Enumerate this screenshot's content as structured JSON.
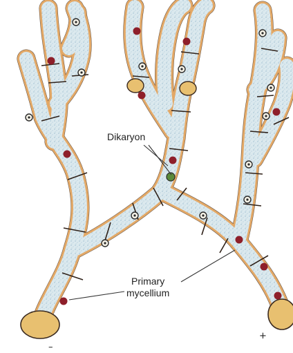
{
  "labels": {
    "dikaryon": "Dikaryon",
    "primary_line1": "Primary",
    "primary_line2": "mycellium",
    "minus_sign": "–",
    "plus_sign": "+"
  },
  "colors": {
    "outline": "#3a2a20",
    "speckle_fill": "#d4e6ec",
    "edge_orange": "#e0a060",
    "nucleus_red": "#8e1f2a",
    "nucleus_green": "#5a8a3a",
    "leader_line": "#333333"
  }
}
